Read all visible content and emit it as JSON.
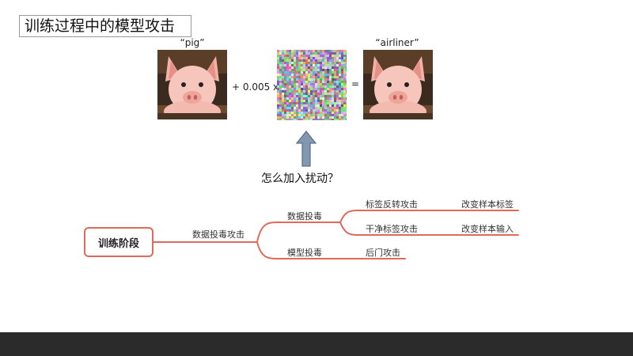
{
  "slide_title": "训练过程中的模型攻击",
  "labels": {
    "pig": "“pig”",
    "airliner": "“airliner”",
    "plus_coef": "+ 0.005 x",
    "equals": "="
  },
  "question": "怎么加入扰动？",
  "mindmap": {
    "root": "训练阶段",
    "branch1": "数据投毒攻击",
    "data_poison": "数据投毒",
    "model_poison": "模型投毒",
    "label_flip": "标签反转攻击",
    "clean_label": "干净标签攻击",
    "backdoor": "后门攻击",
    "change_label": "改变样本标签",
    "change_input": "改变样本输入"
  },
  "colors": {
    "accent": "#e06a5a",
    "arrow_fill": "#8497b0",
    "arrow_stroke": "#5a6f8c",
    "bottom_bar": "#2b2b2b"
  }
}
